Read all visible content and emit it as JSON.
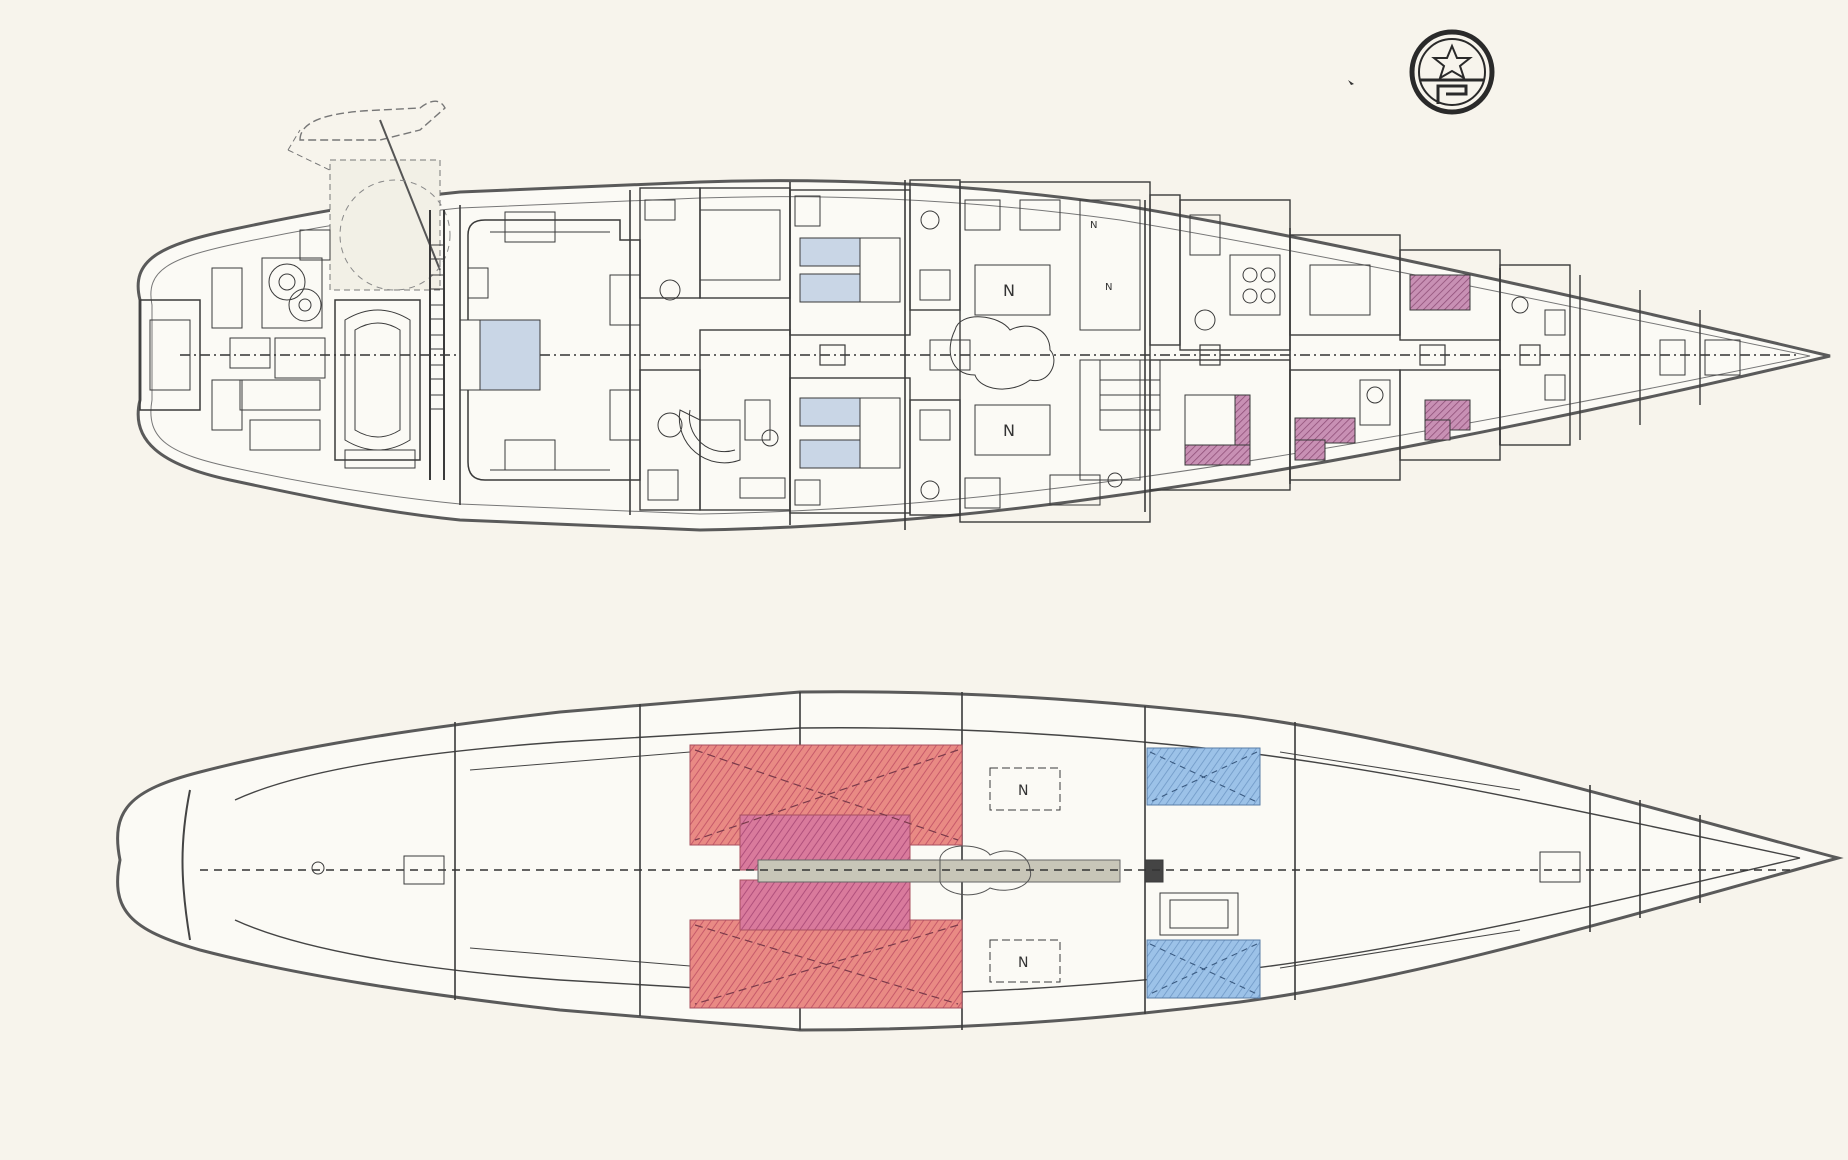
{
  "colors": {
    "paper": "#f7f4ec",
    "ink": "#3a3a3a",
    "hull": "#5a5a5a",
    "tank_red": "#e07a78",
    "tank_magenta": "#cf6f98",
    "tank_blue": "#8fb8e0",
    "berth_blue": "#c9d6e6",
    "bunk_purple": "#b07aa0",
    "keel_grey": "#c8c6b8"
  },
  "logo": {
    "icon": "star-circle-monogram",
    "text": "FP"
  },
  "cabin_marks": {
    "table_mark_1": "N",
    "table_mark_2": "N",
    "mast_mark_1": "N",
    "mast_mark_2": "N",
    "lower_mark_1": "N",
    "lower_mark_2": "N"
  }
}
